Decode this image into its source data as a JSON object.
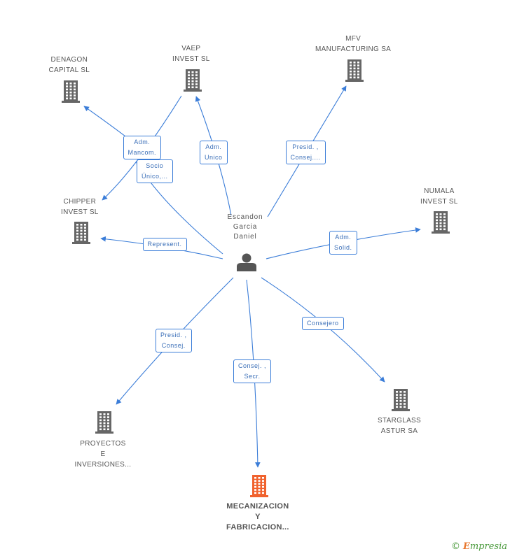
{
  "person": {
    "name_lines": [
      "Escandon",
      "Garcia",
      "Daniel"
    ],
    "icon": "person-icon",
    "color": "#555555"
  },
  "companies": [
    {
      "id": "denagon",
      "lines": [
        "DENAGON",
        "CAPITAL  SL"
      ],
      "icon": "building-icon",
      "color": "#666666"
    },
    {
      "id": "vaep",
      "lines": [
        "VAEP",
        "INVEST  SL"
      ],
      "icon": "building-icon",
      "color": "#666666"
    },
    {
      "id": "mfv",
      "lines": [
        "MFV",
        "MANUFACTURING SA"
      ],
      "icon": "building-icon",
      "color": "#666666"
    },
    {
      "id": "chipper",
      "lines": [
        "CHIPPER",
        "INVEST  SL"
      ],
      "icon": "building-icon",
      "color": "#666666"
    },
    {
      "id": "numala",
      "lines": [
        "NUMALA",
        "INVEST SL"
      ],
      "icon": "building-icon",
      "color": "#666666"
    },
    {
      "id": "proyectos",
      "lines": [
        "PROYECTOS",
        "E",
        "INVERSIONES..."
      ],
      "icon": "building-icon",
      "color": "#666666"
    },
    {
      "id": "starglass",
      "lines": [
        "STARGLASS",
        "ASTUR SA"
      ],
      "icon": "building-icon",
      "color": "#666666"
    },
    {
      "id": "mecanizacion",
      "lines": [
        "MECANIZACION",
        "Y",
        "FABRICACION..."
      ],
      "icon": "building-icon",
      "color": "#f0622e",
      "focus": true
    }
  ],
  "relations": [
    {
      "from": "person",
      "to": "vaep",
      "lines": [
        "Adm.",
        "Unico"
      ]
    },
    {
      "from": "person",
      "to": "mfv",
      "lines": [
        "Presid. ,",
        "Consej...."
      ]
    },
    {
      "from": "person",
      "to": "numala",
      "lines": [
        "Adm.",
        "Solid."
      ]
    },
    {
      "from": "person",
      "to": "chipper",
      "lines": [
        "Represent."
      ]
    },
    {
      "from": "person",
      "to": "proyectos",
      "lines": [
        "Presid. ,",
        "Consej."
      ]
    },
    {
      "from": "person",
      "to": "mecanizacion",
      "lines": [
        "Consej. ,",
        "Secr."
      ]
    },
    {
      "from": "person",
      "to": "starglass",
      "lines": [
        "Consejero"
      ]
    },
    {
      "from": "vaep",
      "to": "denagon",
      "lines": [
        "Adm.",
        "Mancom."
      ]
    },
    {
      "from": "vaep",
      "to": "chipper",
      "lines": []
    },
    {
      "from": "person",
      "to": "denagon",
      "lines": [
        "Socio",
        "Único,..."
      ]
    }
  ],
  "edge_color": "#3b7dd8",
  "footer": {
    "copyright": "©",
    "brand": "mpresia",
    "brand_initial": "E"
  }
}
